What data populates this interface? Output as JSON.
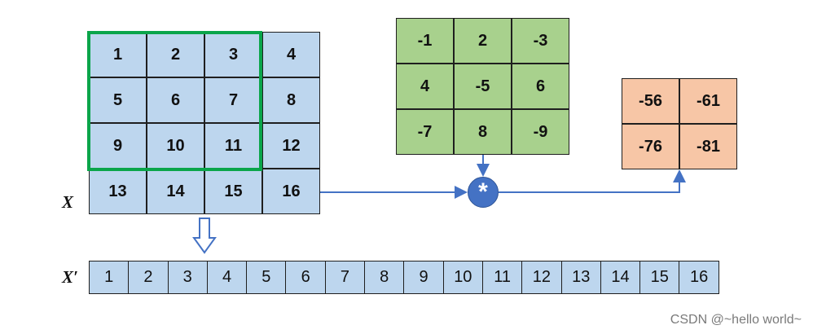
{
  "input_matrix": {
    "label": "X",
    "cells": [
      "1",
      "2",
      "3",
      "4",
      "5",
      "6",
      "7",
      "8",
      "9",
      "10",
      "11",
      "12",
      "13",
      "14",
      "15",
      "16"
    ]
  },
  "kernel": {
    "cells": [
      "-1",
      "2",
      "-3",
      "4",
      "-5",
      "6",
      "-7",
      "8",
      "-9"
    ]
  },
  "operator": {
    "symbol": "*"
  },
  "output_matrix": {
    "cells": [
      "-56",
      "-61",
      "-76",
      "-81"
    ]
  },
  "flattened": {
    "label": "X′",
    "cells": [
      "1",
      "2",
      "3",
      "4",
      "5",
      "6",
      "7",
      "8",
      "9",
      "10",
      "11",
      "12",
      "13",
      "14",
      "15",
      "16"
    ]
  },
  "watermark": "CSDN @~hello world~",
  "colors": {
    "input_fill": "#bdd6ee",
    "kernel_fill": "#a8d18d",
    "output_fill": "#f7c6a6",
    "window_border": "#0aa54a",
    "arrow": "#4472c4"
  },
  "icons": [
    "hollow-down-arrow-icon",
    "convolution-operator-icon"
  ]
}
